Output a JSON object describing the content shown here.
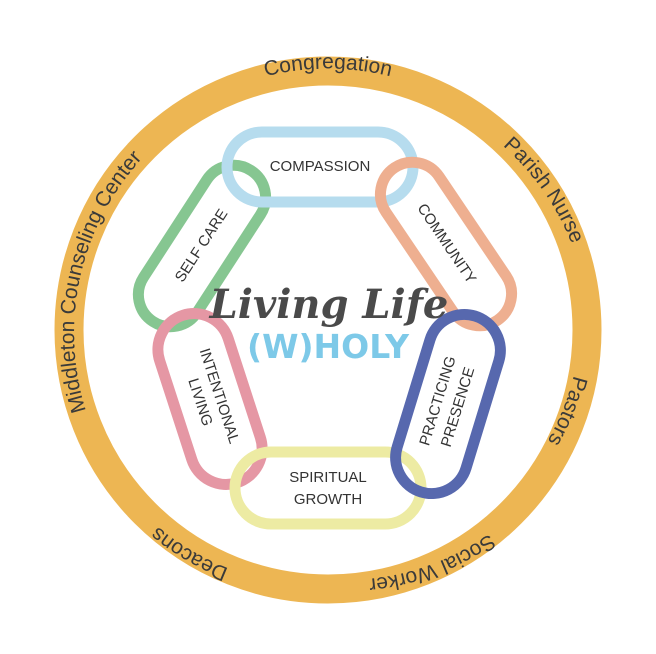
{
  "ring": {
    "color": "#EDB653",
    "labels": {
      "congregation": "Congregation",
      "parish_nurse": "Parish Nurse",
      "pastors": "Pastors",
      "social_worker": "Social Worker",
      "deacons": "Deacons",
      "middleton": "Middleton Counseling Center"
    }
  },
  "links": {
    "compassion": {
      "label": "COMPASSION",
      "color": "#B6DCEE"
    },
    "community": {
      "label": "COMMUNITY",
      "color": "#EEAF90"
    },
    "practicing_presence": {
      "line1": "PRACTICING",
      "line2": "PRESENCE",
      "color": "#5768AE"
    },
    "spiritual_growth": {
      "line1": "SPIRITUAL",
      "line2": "GROWTH",
      "color": "#EDEBA3"
    },
    "intentional_living": {
      "line1": "INTENTIONAL",
      "line2": "LIVING",
      "color": "#E597A4"
    },
    "self_care": {
      "label": "SELF CARE",
      "color": "#86C691"
    }
  },
  "center": {
    "line1": "Living Life",
    "line2": "(W)HOLY",
    "line2_color": "#7DC9E8"
  }
}
